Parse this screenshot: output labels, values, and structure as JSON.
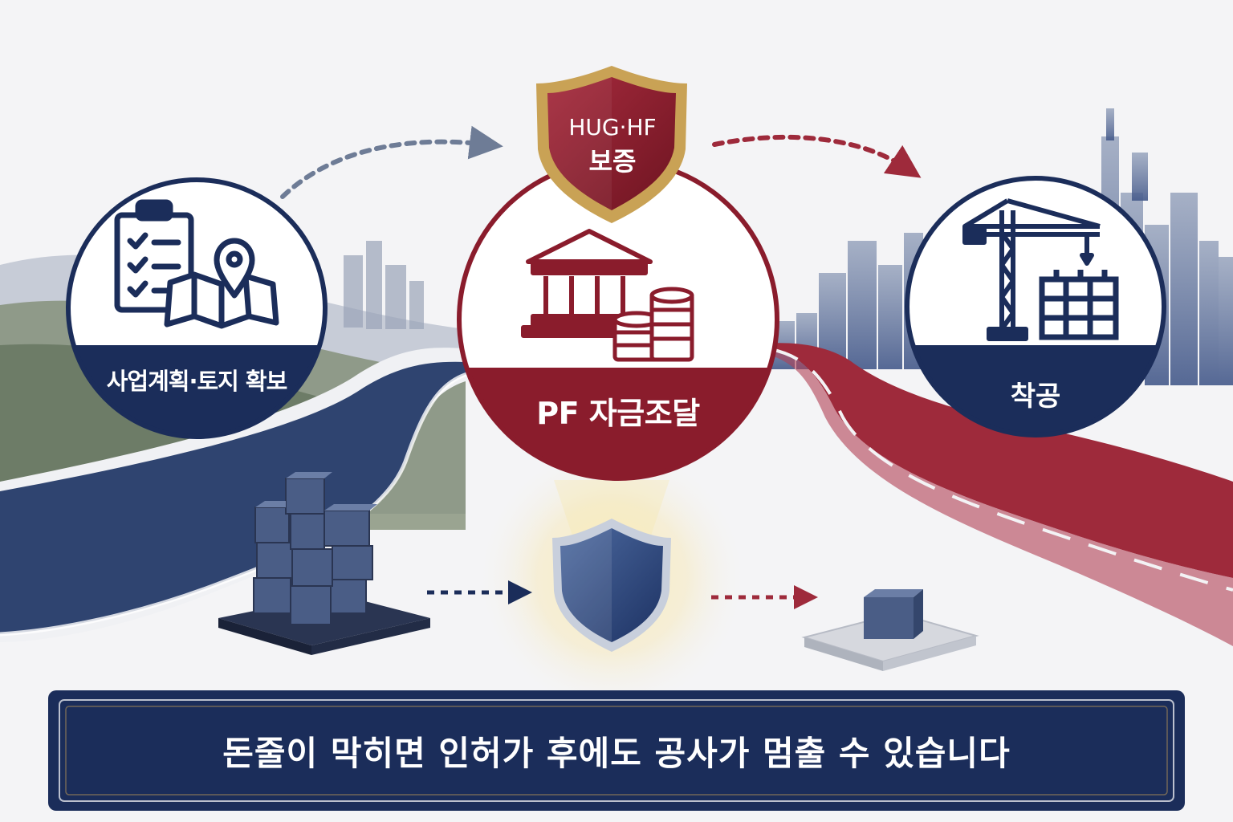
{
  "stages": [
    {
      "label": "사업계획·토지 확보",
      "icons": [
        "checklist-clipboard-icon",
        "map-pin-icon"
      ]
    },
    {
      "label": "PF 자금조달",
      "icons": [
        "bank-icon",
        "coin-stack-icon"
      ]
    },
    {
      "label": "착공",
      "icons": [
        "tower-crane-icon",
        "building-frame-icon"
      ]
    }
  ],
  "guarantee_badge": {
    "line1": "HUG·HF",
    "line2": "보증"
  },
  "banner": {
    "text": "돈줄이 막히면 인허가 후에도 공사가 멈출 수 있습니다"
  },
  "colors": {
    "navy": "#1b2d5a",
    "burgundy": "#8a1c2c",
    "gold": "#c9a255",
    "road_navy": "#2f4470",
    "road_red": "#9e2a3b",
    "background": "#f4f4f6"
  }
}
